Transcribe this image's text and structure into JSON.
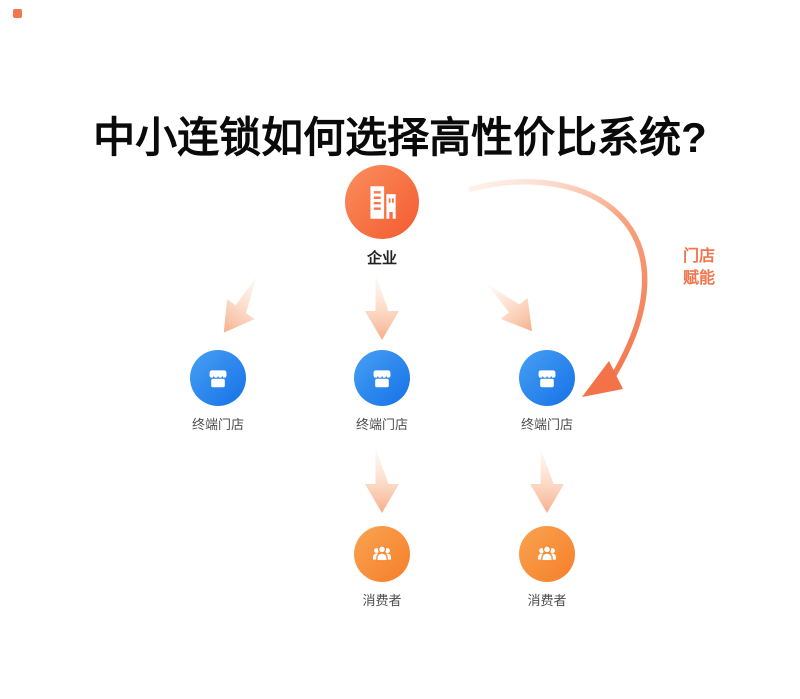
{
  "title": "中小连锁如何选择高性价比系统?",
  "annotation": {
    "lines": [
      "门店",
      "赋能"
    ]
  },
  "nodes": {
    "enterprise": {
      "label": "企业",
      "icon": "building-icon"
    },
    "stores": [
      {
        "label": "终端门店",
        "icon": "storefront-icon"
      },
      {
        "label": "终端门店",
        "icon": "storefront-icon"
      },
      {
        "label": "终端门店",
        "icon": "storefront-icon"
      }
    ],
    "consumers": [
      {
        "label": "消费者",
        "icon": "people-group-icon"
      },
      {
        "label": "消费者",
        "icon": "people-group-icon"
      }
    ]
  },
  "edges": [
    {
      "from": "enterprise",
      "to": "store-1",
      "style": "faded-peach-arrow"
    },
    {
      "from": "enterprise",
      "to": "store-2",
      "style": "faded-peach-arrow"
    },
    {
      "from": "enterprise",
      "to": "store-3",
      "style": "faded-peach-arrow"
    },
    {
      "from": "store-2",
      "to": "consumer-1",
      "style": "faded-peach-arrow"
    },
    {
      "from": "store-3",
      "to": "consumer-2",
      "style": "faded-peach-arrow"
    },
    {
      "from": "enterprise",
      "to": "store-3",
      "style": "curved-coral-arrow",
      "label": "门店赋能"
    }
  ],
  "colors": {
    "title_color": "#0a0a0a",
    "label_color": "#4d4d4d",
    "accent_coral": "#f2764e",
    "arrow_peach": "#f7ae8a",
    "enterprise_from": "#fb8e5e",
    "enterprise_to": "#f35b2f",
    "store_from": "#47a0f4",
    "store_to": "#1571e6",
    "consumer_from": "#faa352",
    "consumer_to": "#f57f28"
  }
}
